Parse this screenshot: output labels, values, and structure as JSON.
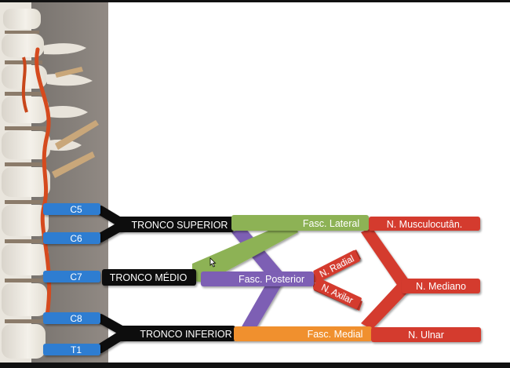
{
  "roots": {
    "c5": "C5",
    "c6": "C6",
    "c7": "C7",
    "c8": "C8",
    "t1": "T1"
  },
  "trunks": {
    "upper": "TRONCO SUPERIOR",
    "middle": "TRONCO MÉDIO",
    "lower": "TRONCO INFERIOR"
  },
  "cords": {
    "lateral": "Fasc. Lateral",
    "posterior": "Fasc. Posterior",
    "medial": "Fasc. Medial"
  },
  "nerves": {
    "musculocutaneous": "N. Musculocutân.",
    "radial": "N. Radial",
    "axillary": "N. Axilar",
    "median": "N. Mediano",
    "ulnar": "N. Ulnar"
  },
  "colors": {
    "roots": "#2e7dd1",
    "trunks": "#0a0a0a",
    "lateral": "#8db255",
    "posterior": "#7d5fb4",
    "medial": "#f0902e",
    "terminal": "#d43a2e"
  }
}
